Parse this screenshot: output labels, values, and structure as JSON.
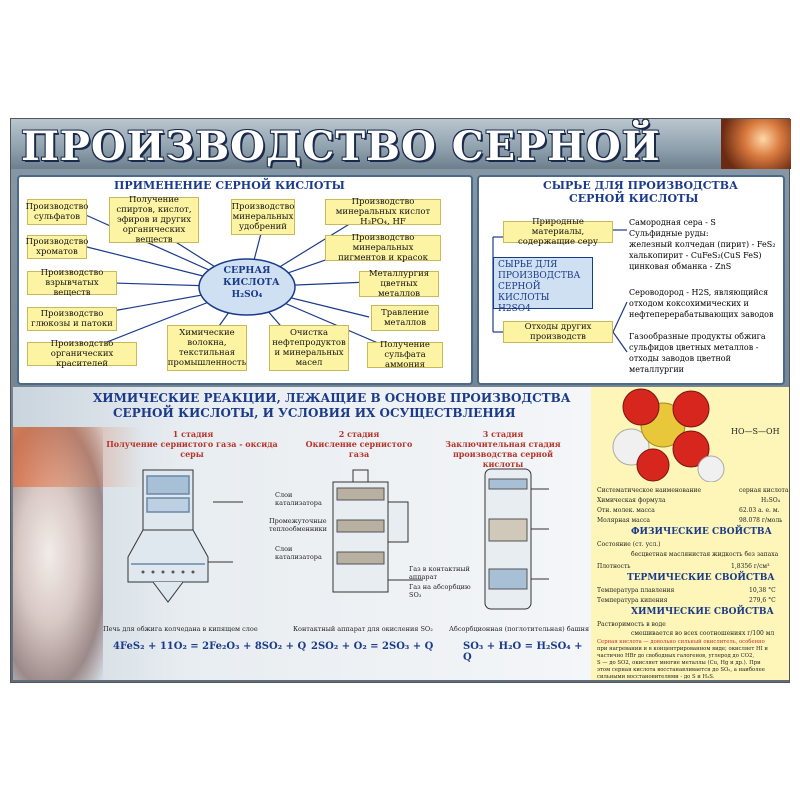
{
  "title": "ПРОИЗВОДСТВО СЕРНОЙ КИСЛОТЫ",
  "application": {
    "heading": "ПРИМЕНЕНИЕ СЕРНОЙ КИСЛОТЫ",
    "center": [
      "СЕРНАЯ",
      "КИСЛОТА",
      "H₂SO₄"
    ],
    "items": {
      "sulfates": "Производство сульфатов",
      "ethers": "Получение спиртов, кислот, эфиров и других органических веществ",
      "mineral_fert": "Производство минеральных удобрений",
      "mineral_acids": "Производство минеральных кислот H₃PO₄, HF",
      "chromates": "Производство хроматов",
      "pigments": "Производство минеральных пигментов и красок",
      "explosives": "Производство взрывчатых веществ",
      "metallurgy": "Металлургия цветных металлов",
      "glucose": "Производство глюкозы и патоки",
      "etching": "Травление металлов",
      "dyes": "Производство органических красителей",
      "fibers": "Химические волокна, текстильная промышленность",
      "oil": "Очистка нефтепродуктов и минеральных масел",
      "ammonium": "Получение сульфата аммония"
    }
  },
  "raw": {
    "heading": [
      "СЫРЬЕ ДЛЯ ПРОИЗВОДСТВА",
      "СЕРНОЙ КИСЛОТЫ"
    ],
    "center": [
      "СЫРЬЕ ДЛЯ",
      "ПРОИЗВОДСТВА",
      "СЕРНОЙ КИСЛОТЫ",
      "H2SO4"
    ],
    "natural": "Природные материалы, содержащие серу",
    "waste": "Отходы других производств",
    "natural_list": [
      "Самородная сера - S",
      "Сульфидные руды:",
      "железный колчедан (пирит) - FeS₂",
      "халькопирит - CuFeS₂(CuS FeS)",
      "цинковая обманка - ZnS"
    ],
    "waste_list1": [
      "Сероводород - H2S, являющийся",
      "отходом коксохимических и",
      "нефтеперерабатывающих заводов"
    ],
    "waste_list2": [
      "Газообразные продукты обжига",
      "сульфидов цветных металлов -",
      "отходы заводов цветной",
      "металлургии"
    ]
  },
  "reactions": {
    "heading": [
      "ХИМИЧЕСКИЕ РЕАКЦИИ, ЛЕЖАЩИЕ В ОСНОВЕ ПРОИЗВОДСТВА",
      "СЕРНОЙ КИСЛОТЫ, И УСЛОВИЯ ИХ ОСУЩЕСТВЛЕНИЯ"
    ],
    "stage1": [
      "1 стадия",
      "Получение сернистого газа - оксида серы"
    ],
    "stage2": [
      "2 стадия",
      "Окисление сернистого газа"
    ],
    "stage3": [
      "3 стадия",
      "Заключительная стадия",
      "производства серной кислоты"
    ],
    "cap1": "Печь для обжига колчедана в кипящем слое",
    "cap2": "Контактный аппарат для окисления SO₂",
    "cap3": "Абсорбционная (поглотительная) башня",
    "eq1": "4FeS₂ + 11O₂ = 2Fe₂O₃ + 8SO₂ + Q",
    "eq2": "2SO₂ + O₂ = 2SO₃ + Q",
    "eq3": "SO₃ + H₂O = H₂SO₄ + Q",
    "labels2": [
      "Слои катализатора",
      "Промежуточные теплообменники",
      "Слои катализатора",
      "Газ в контактный аппарат",
      "Газ на абсорбцию SO₃"
    ],
    "formula_small": "HO—S—OH"
  },
  "properties": {
    "rows": [
      [
        "Систематическое наименование",
        "серная кислота"
      ],
      [
        "Химическая формула",
        "H₂SO₄"
      ],
      [
        "Отн. молек. масса",
        "62.03 а. е. м."
      ],
      [
        "Молярная масса",
        "98.078 г/моль"
      ]
    ],
    "phys_head": "ФИЗИЧЕСКИЕ СВОЙСТВА",
    "phys_rows": [
      [
        "Состояние (ст. усл.)",
        ""
      ],
      [
        "бесцветная маслянистая жидкость без запаха",
        ""
      ],
      [
        "Плотность",
        "1,8356 г/см³"
      ]
    ],
    "therm_head": "ТЕРМИЧЕСКИЕ СВОЙСТВА",
    "therm_rows": [
      [
        "Температура плавления",
        "10,38 °С"
      ],
      [
        "Температура кипения",
        "279,6 °С"
      ]
    ],
    "chem_head": "ХИМИЧЕСКИЕ СВОЙСТВА",
    "chem_rows": [
      "Растворимость в воде",
      "смешивается во всех соотношениях г/100 мл"
    ],
    "chem_text": [
      "Серная кислота — довольно сильный окислитель, особенно",
      "при нагревании и в концентрированном виде; окисляет HI и",
      "частично HBr до свободных галогенов, углерод до CO2,",
      "S — до SO2, окисляет многие металлы (Cu, Hg и др.). При",
      "этом серная кислота восстанавливается до SO₂, а наиболее",
      "сильными восстановителями - до S и H₂S."
    ]
  }
}
